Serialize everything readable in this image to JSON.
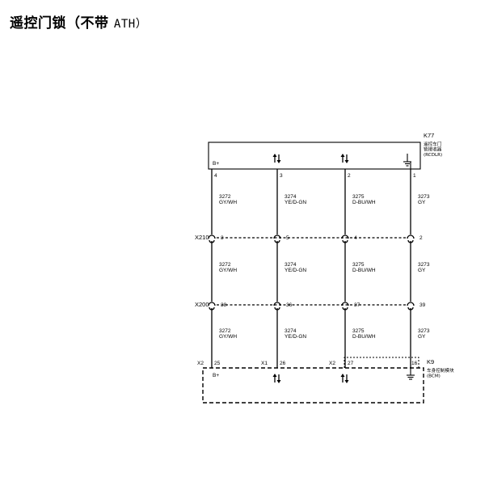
{
  "title": {
    "main": "遥控门锁（不带",
    "suffix": "ATH）"
  },
  "module_top": {
    "id": "K77",
    "name_lines": [
      "遥控车门",
      "锁接收器",
      "(RCDLR)"
    ],
    "b_plus": "B+"
  },
  "module_bottom": {
    "id": "K9",
    "name_lines": [
      "车身控制模块",
      "(BCM)"
    ],
    "b_plus": "B+"
  },
  "connectors": [
    {
      "id": "X210",
      "pins": [
        "3",
        "5",
        "4",
        "2"
      ]
    },
    {
      "id": "X200",
      "pins": [
        "38",
        "36",
        "37",
        "39"
      ]
    }
  ],
  "circuits": [
    {
      "top_pin": "4",
      "number": "3272",
      "color": "GY/WH",
      "bcm_connector": "X2",
      "bcm_pin": "25",
      "top_symbol": "b-plus",
      "bottom_symbol": "b-plus"
    },
    {
      "top_pin": "3",
      "number": "3274",
      "color": "YE/D-GN",
      "bcm_connector": "X1",
      "bcm_pin": "26",
      "top_symbol": "data-arrows-icon",
      "bottom_symbol": "data-arrows-icon"
    },
    {
      "top_pin": "2",
      "number": "3275",
      "color": "D-BU/WH",
      "bcm_connector": "X2",
      "bcm_pin": "27",
      "top_symbol": "data-arrows-icon",
      "bottom_symbol": "data-arrows-icon"
    },
    {
      "top_pin": "1",
      "number": "3273",
      "color": "GY",
      "bcm_connector": "",
      "bcm_pin": "16",
      "top_symbol": "ground-icon",
      "bottom_symbol": "ground-icon"
    }
  ]
}
